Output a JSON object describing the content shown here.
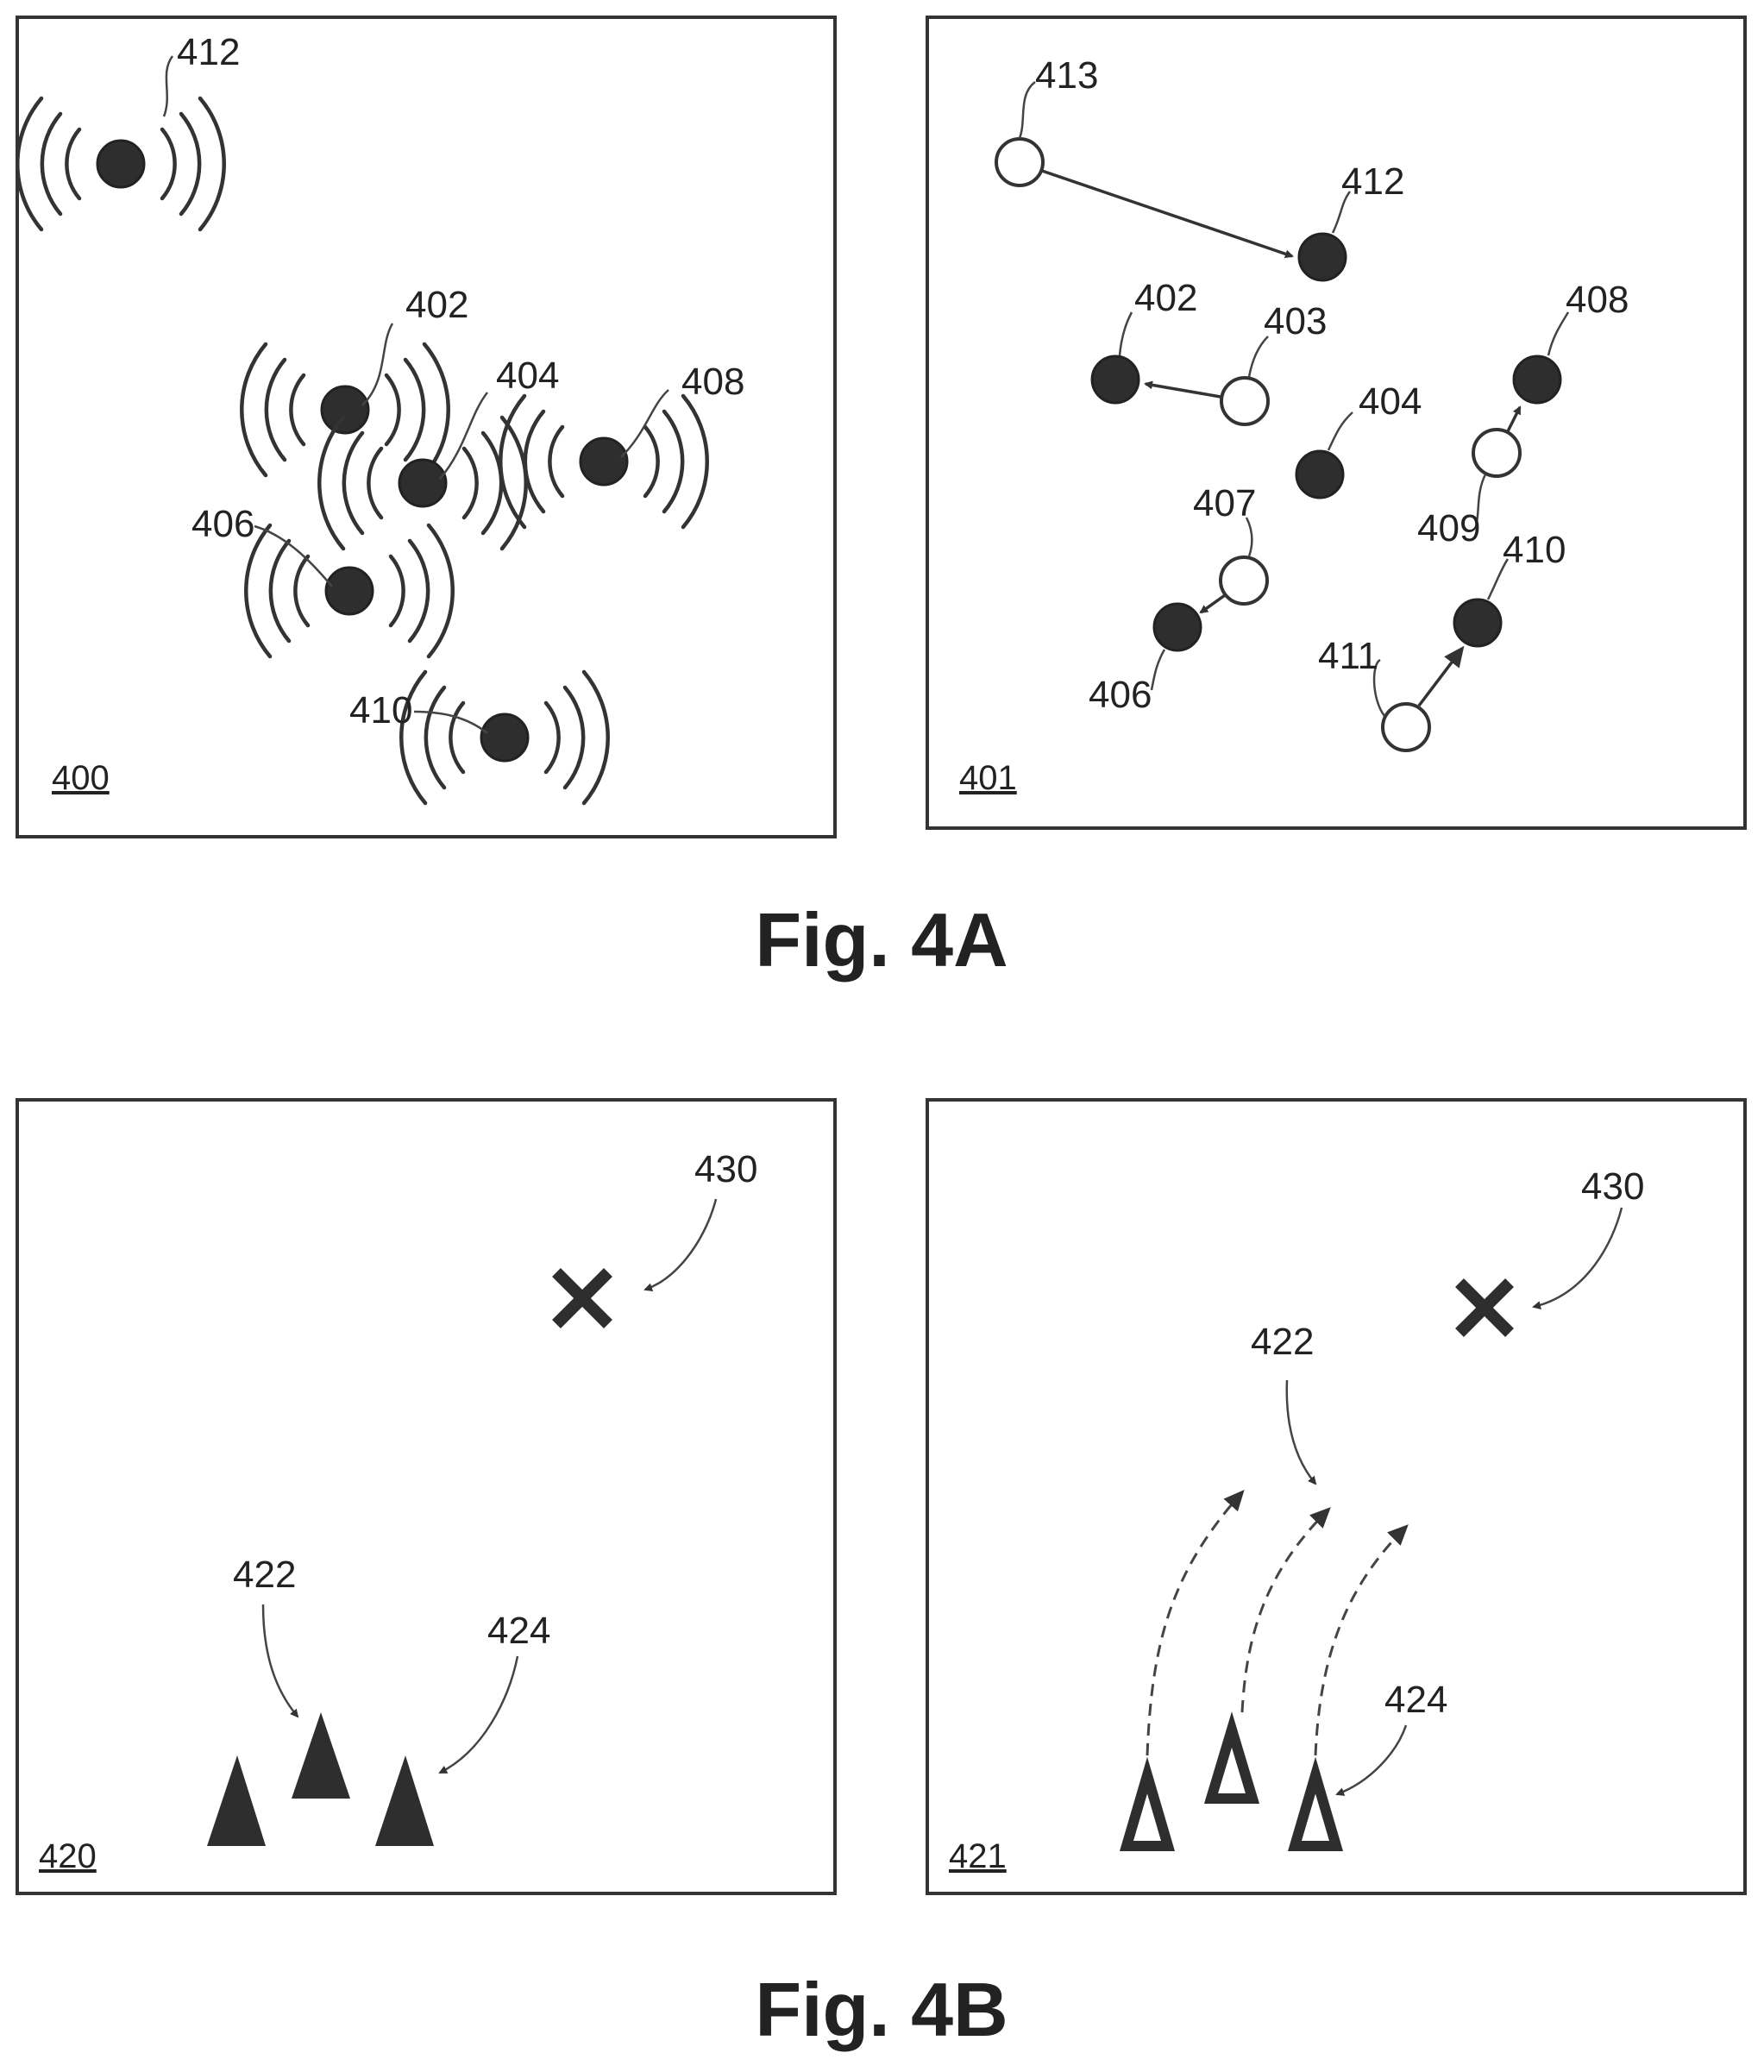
{
  "figures": {
    "fig_4a": "Fig. 4A",
    "fig_4b": "Fig. 4B"
  },
  "panels": {
    "p400": {
      "label": "400",
      "items": {
        "n412": "412",
        "n402": "402",
        "n404": "404",
        "n408": "408",
        "n406": "406",
        "n410": "410"
      }
    },
    "p401": {
      "label": "401",
      "items": {
        "n413": "413",
        "n412": "412",
        "n402": "402",
        "n403": "403",
        "n404": "404",
        "n408": "408",
        "n409": "409",
        "n407": "407",
        "n406": "406",
        "n410": "410",
        "n411": "411"
      }
    },
    "p420": {
      "label": "420",
      "items": {
        "n430": "430",
        "n422": "422",
        "n424": "424"
      }
    },
    "p421": {
      "label": "421",
      "items": {
        "n430": "430",
        "n422": "422",
        "n424": "424"
      }
    }
  },
  "colors": {
    "ink": "#2e2e2e",
    "background": "#ffffff"
  }
}
